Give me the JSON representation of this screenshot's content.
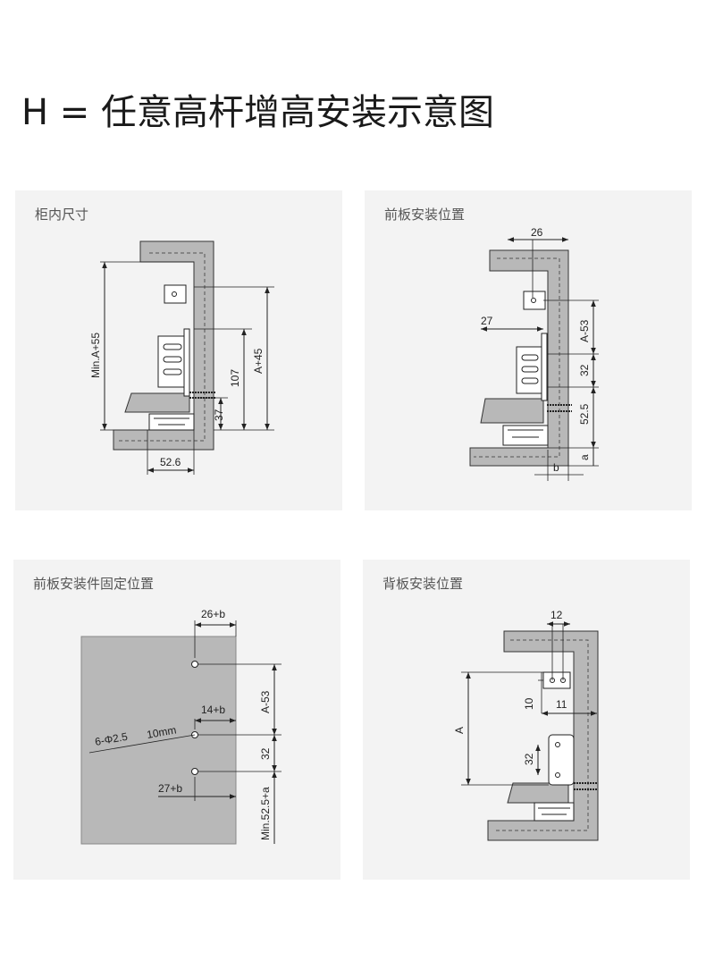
{
  "title": "H = 任意高杆增高安装示意图",
  "panels": {
    "p1": {
      "label": "柜内尺寸",
      "dims": {
        "min_a55": "Min.A+55",
        "a45": "A+45",
        "d107": "107",
        "d37": "37",
        "d526": "52.6"
      }
    },
    "p2": {
      "label": "前板安装位置",
      "dims": {
        "d26": "26",
        "d27": "27",
        "a53": "A-53",
        "d32": "32",
        "d525": "52.5",
        "a": "a",
        "b": "b"
      }
    },
    "p3": {
      "label": "前板安装件固定位置",
      "dims": {
        "d26b": "26+b",
        "d14b": "14+b",
        "d27b": "27+b",
        "a53": "A-53",
        "d32": "32",
        "min525a": "Min.52.5+a",
        "hole": "6-Φ2.5",
        "depth": "10mm"
      }
    },
    "p4": {
      "label": "背板安装位置",
      "dims": {
        "d12": "12",
        "d10": "10",
        "d11": "11",
        "d32": "32",
        "A": "A"
      }
    }
  },
  "colors": {
    "panel_bg": "#f3f3f3",
    "board": "#b8b8b8",
    "line": "#222222",
    "dash": "#555555"
  }
}
